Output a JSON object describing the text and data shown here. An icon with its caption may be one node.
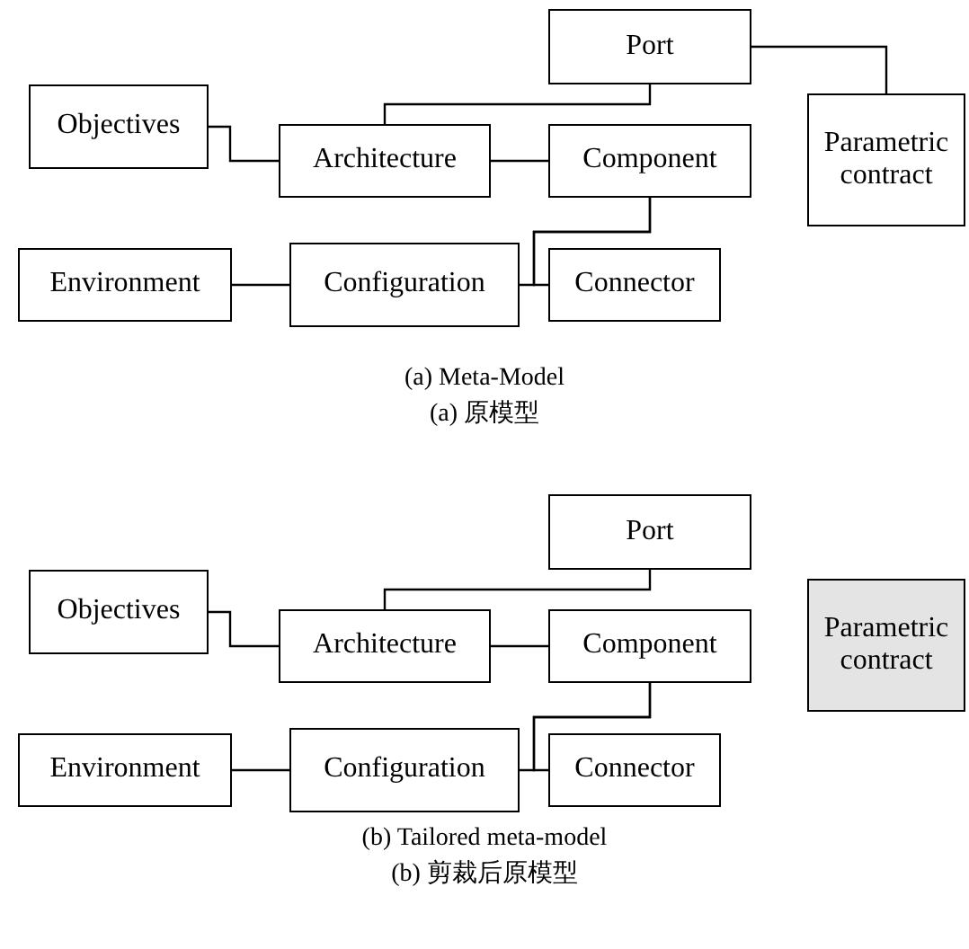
{
  "diagram": {
    "nodes": [
      {
        "text": [
          "Port"
        ]
      },
      {
        "text": [
          "Objectives"
        ]
      },
      {
        "text": [
          "Architecture"
        ]
      },
      {
        "text": [
          "Component"
        ]
      },
      {
        "text": [
          "Parametric contract"
        ]
      },
      {
        "text": [
          "Environment"
        ]
      },
      {
        "text": [
          "Configuration"
        ]
      },
      {
        "text": [
          "Connector"
        ]
      },
      {
        "text": [
          "Port"
        ]
      },
      {
        "text": [
          "Objectives"
        ]
      },
      {
        "text": [
          "Architecture"
        ]
      },
      {
        "text": [
          "Component"
        ]
      },
      {
        "text": [
          "Parametric contract"
        ]
      },
      {
        "text": [
          "Environment"
        ]
      },
      {
        "text": [
          "Configuration"
        ]
      },
      {
        "text": [
          "Connector"
        ]
      }
    ],
    "edges": [
      {
        "from": 0,
        "to": 2,
        "arrow": "none"
      },
      {
        "from": 0,
        "to": 4,
        "arrow": "none"
      },
      {
        "from": 1,
        "to": 2,
        "arrow": "none"
      },
      {
        "from": 2,
        "to": 3,
        "arrow": "none"
      },
      {
        "from": 3,
        "to": 6,
        "arrow": "none"
      },
      {
        "from": 3,
        "to": 7,
        "arrow": "none"
      },
      {
        "from": 5,
        "to": 6,
        "arrow": "none"
      },
      {
        "from": 8,
        "to": 10,
        "arrow": "none"
      },
      {
        "from": 9,
        "to": 10,
        "arrow": "none"
      },
      {
        "from": 10,
        "to": 11,
        "arrow": "none"
      },
      {
        "from": 11,
        "to": 14,
        "arrow": "none"
      },
      {
        "from": 11,
        "to": 15,
        "arrow": "none"
      },
      {
        "from": 13,
        "to": 14,
        "arrow": "none"
      }
    ],
    "labels": [
      "(a) Meta-Model",
      "(a) 原模型",
      "(b) Tailored meta-model",
      "(b) 剪裁后原模型"
    ]
  }
}
